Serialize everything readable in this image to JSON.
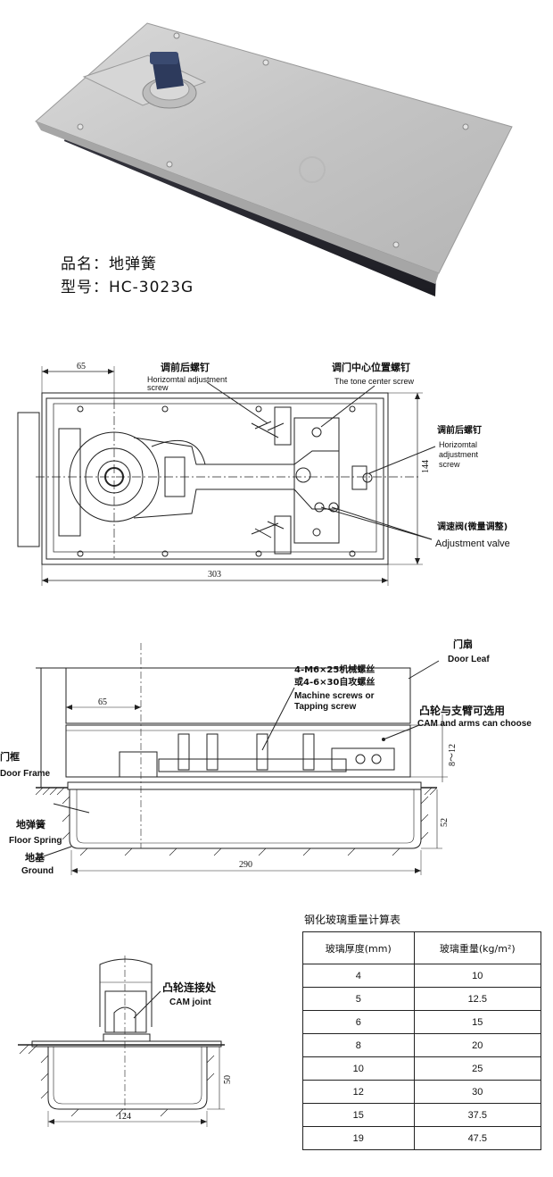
{
  "product": {
    "name_line": "品名：地弹簧",
    "model_line": "型号：HC-3023G"
  },
  "top_view": {
    "callout_front_screw_cn": "调前后螺钉",
    "callout_front_screw_en": "Horizomtal adjustment screw",
    "callout_center_cn": "调门中心位置螺钉",
    "callout_center_en": "The tone center screw",
    "callout_right_screw_cn": "调前后螺钉",
    "callout_right_screw_en_1": "Horizomtal",
    "callout_right_screw_en_2": "adjustment",
    "callout_right_screw_en_3": "screw",
    "callout_valve_cn": "调速阀(微量调整)",
    "callout_valve_en": "Adjustment valve",
    "dim_65": "65",
    "dim_144": "144",
    "dim_303": "303"
  },
  "side_view": {
    "door_leaf_cn": "门扇",
    "door_leaf_en": "Door Leaf",
    "screws_cn_1": "4-M6×25机械螺丝",
    "screws_cn_2": "或4-6×30自攻螺丝",
    "screws_en_1": "Machine screws or",
    "screws_en_2": "Tapping screw",
    "cam_cn": "凸轮与支臂可选用",
    "cam_en": "CAM and arms can choose",
    "door_frame_cn": "门框",
    "door_frame_en": "Door Frame",
    "floor_spring_cn": "地弹簧",
    "floor_spring_en": "Floor Spring",
    "ground_cn": "地基",
    "ground_en": "Ground",
    "dim_65": "65",
    "dim_8_12": "8～12",
    "dim_52": "52",
    "dim_290": "290"
  },
  "end_view": {
    "cam_joint_cn": "凸轮连接处",
    "cam_joint_en": "CAM joint",
    "dim_50": "50",
    "dim_124": "124"
  },
  "glass_table": {
    "title": "钢化玻璃重量计算表",
    "header_thickness": "玻璃厚度(mm)",
    "header_weight": "玻璃重量(kg/m²)",
    "rows": [
      {
        "thickness": "4",
        "weight": "10"
      },
      {
        "thickness": "5",
        "weight": "12.5"
      },
      {
        "thickness": "6",
        "weight": "15"
      },
      {
        "thickness": "8",
        "weight": "20"
      },
      {
        "thickness": "10",
        "weight": "25"
      },
      {
        "thickness": "12",
        "weight": "30"
      },
      {
        "thickness": "15",
        "weight": "37.5"
      },
      {
        "thickness": "19",
        "weight": "47.5"
      }
    ]
  },
  "colors": {
    "steel_plate": "#c8c8c8",
    "body_dark": "#2a2a33",
    "knob": "#2d3a5c",
    "line": "#222222"
  }
}
